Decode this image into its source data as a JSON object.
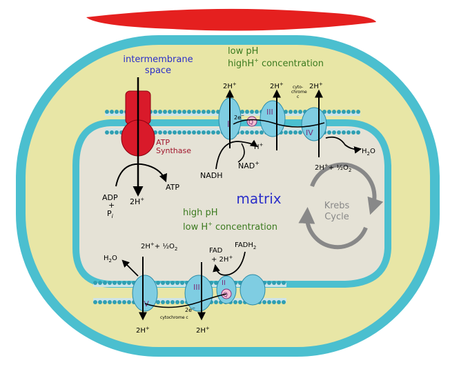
{
  "labels": {
    "intermembrane_line1": "intermembrane",
    "intermembrane_line2": "space",
    "low_ph": "low pH",
    "high_h_conc_top": "highH",
    "high_h_conc_top_sup": "+",
    "high_h_conc_top_rest": " concentration",
    "matrix": "matrix",
    "high_ph": "high pH",
    "low_h_conc": "low H",
    "low_h_conc_sup": "+",
    "low_h_conc_rest": " concentration",
    "krebs_line1": "Krebs",
    "krebs_line2": "Cycle",
    "atp_synthase_line1": "ATP",
    "atp_synthase_line2": "Synthase",
    "adp": "ADP",
    "plus": "+",
    "pi": "P",
    "pi_sub": "i",
    "atp": "ATP",
    "two_h": "2H",
    "sup_plus": "+",
    "nadh": "NADH",
    "nad": "NAD",
    "h_plus": "H",
    "h2o": "H",
    "h2o_sub": "2",
    "h2o_o": "O",
    "half_o2": "2H",
    "half_o2_rest": "+ ½O",
    "complex_i": "I",
    "complex_iii": "III",
    "complex_iv": "IV",
    "complex_ii": "II",
    "q": "Q",
    "two_e": "2e",
    "sup_minus": "−",
    "cytochrome_top1": "cyto-",
    "cytochrome_top2": "chrome",
    "cytochrome_top3": "c",
    "cytochrome_bottom": "cytochrome c",
    "fad": "FAD",
    "fad_2h": "+ 2H",
    "fadh2": "FADH",
    "fadh2_sub": "2"
  },
  "colors": {
    "outer_membrane": "#4bbfcf",
    "intermembrane_fill": "#e8e6a6",
    "matrix_fill": "#e5e2d6",
    "complex_fill": "#7fcde2",
    "complex_stroke": "#2a8aa6",
    "atp_synthase": "#d91a2a",
    "redaction": "#e5201f",
    "label_blue": "#2b2fc9",
    "label_green": "#3b7a1f",
    "label_red": "#a0142b",
    "krebs_gray": "#888888",
    "complex_label": "#7a2d7a"
  }
}
